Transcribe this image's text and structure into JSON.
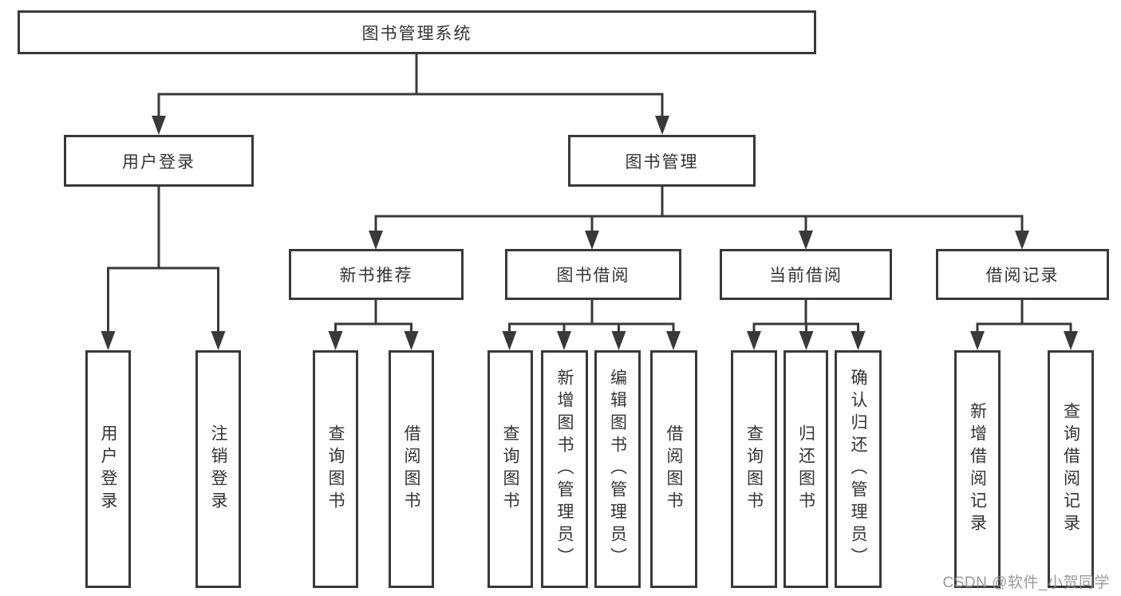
{
  "diagram": {
    "title": "图书管理系统",
    "level2": [
      "用户登录",
      "图书管理"
    ],
    "level3": [
      "新书推荐",
      "图书借阅",
      "当前借阅",
      "借阅记录"
    ],
    "leaves": [
      "用户登录",
      "注销登录",
      "查询图书",
      "借阅图书",
      "查询图书",
      "新增图书（管理员）",
      "编辑图书（管理员）",
      "借阅图书",
      "查询图书",
      "归还图书",
      "确认归还（管理员）",
      "新增借阅记录",
      "查询借阅记录"
    ],
    "hierarchy": [
      {
        "parent": "图书管理系统",
        "children": [
          "用户登录",
          "图书管理"
        ]
      },
      {
        "parent": "用户登录",
        "children": [
          "用户登录",
          "注销登录"
        ]
      },
      {
        "parent": "图书管理",
        "children": [
          "新书推荐",
          "图书借阅",
          "当前借阅",
          "借阅记录"
        ]
      },
      {
        "parent": "新书推荐",
        "children": [
          "查询图书",
          "借阅图书"
        ]
      },
      {
        "parent": "图书借阅",
        "children": [
          "查询图书",
          "新增图书（管理员）",
          "编辑图书（管理员）",
          "借阅图书"
        ]
      },
      {
        "parent": "当前借阅",
        "children": [
          "查询图书",
          "归还图书",
          "确认归还（管理员）"
        ]
      },
      {
        "parent": "借阅记录",
        "children": [
          "新增借阅记录",
          "查询借阅记录"
        ]
      }
    ],
    "watermark": "CSDN @软件_小贺同学",
    "colors": {
      "line": "#39393b",
      "text": "#333333",
      "watermark": "#8f8f8f",
      "background": "#ffffff"
    }
  }
}
